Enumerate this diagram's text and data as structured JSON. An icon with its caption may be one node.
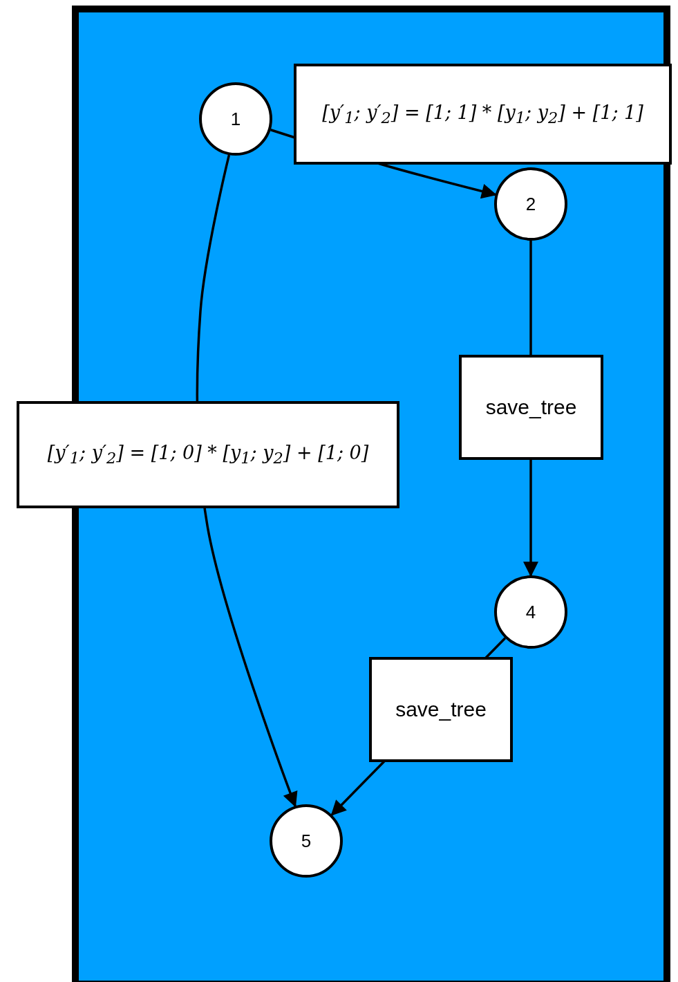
{
  "diagram": {
    "nodes": [
      {
        "text": [],
        "shape": "box"
      },
      {
        "text": [
          "1"
        ],
        "in": 0
      },
      {
        "text": [
          "2"
        ],
        "in": 0
      },
      {
        "text": [
          "4"
        ],
        "in": 0
      },
      {
        "text": [
          "5"
        ],
        "in": 0
      }
    ],
    "edges": [
      {
        "from": 1,
        "to": 2,
        "arrow": "to",
        "label": "[y′$_{1}$; y′$_{2}$] = [1; 1] * [y$_{1}$; y$_{2}$] + [1; 1]"
      },
      {
        "from": 2,
        "to": 3,
        "arrow": "to",
        "label": "save_tree"
      },
      {
        "from": 3,
        "to": 4,
        "arrow": "to",
        "label": "save_tree"
      },
      {
        "from": 1,
        "to": 4,
        "arrow": "to",
        "label": "[y′$_{1}$; y′$_{2}$] = [1; 0] * [y$_{1}$; y$_{2}$] + [1; 0]"
      }
    ]
  }
}
